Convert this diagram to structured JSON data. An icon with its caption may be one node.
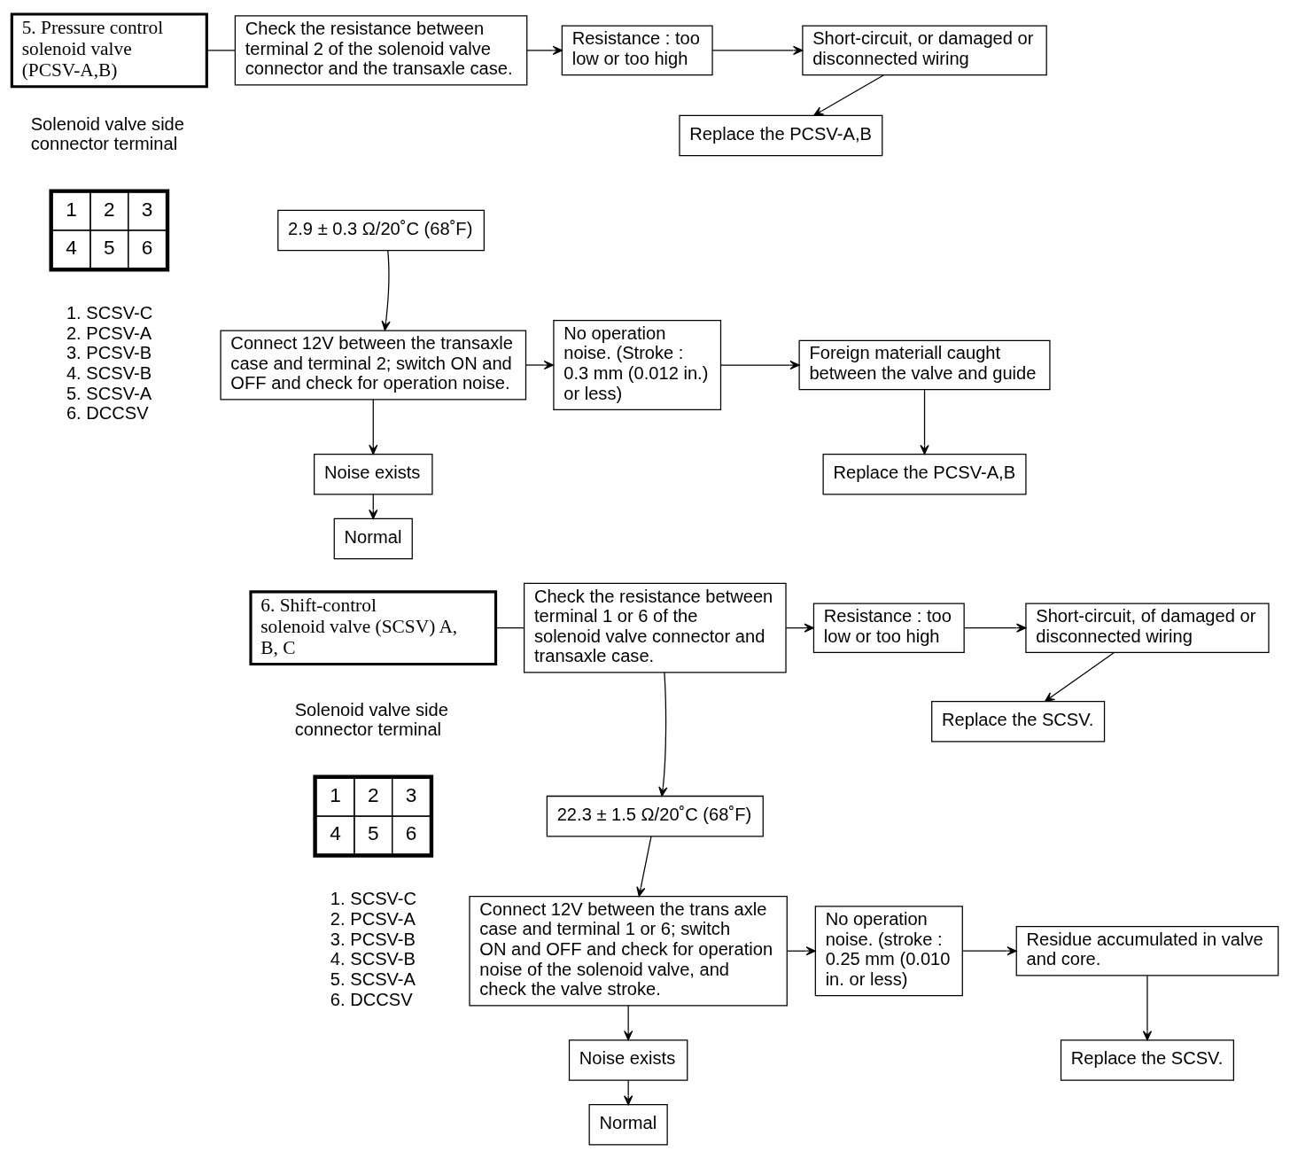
{
  "diagram": {
    "nodes": [
      {
        "text": [
          "5. Pressure control solenoid valve (PCSV-A,B)"
        ]
      },
      {
        "text": [
          "Check the resistance between terminal 2 of the solenoid valve connector and the transaxle case."
        ]
      },
      {
        "text": [
          "Resistance : too low or too high"
        ]
      },
      {
        "text": [
          "Short-circuit, or damaged or disconnected wiring"
        ]
      },
      {
        "text": [
          "Replace the PCSV-A,B"
        ]
      },
      {
        "text": [
          "2.9 ± 0.3 Ω/20˚C (68˚F)"
        ]
      },
      {
        "text": [
          "Connect 12V between the transaxle case and terminal 2; switch ON and OFF and check for operation noise."
        ]
      },
      {
        "text": [
          "No operation noise. (Stroke : 0.3 mm (0.012 in.) or less)"
        ]
      },
      {
        "text": [
          "Foreign materiall caught between the valve and guide"
        ]
      },
      {
        "text": [
          "Replace the PCSV-A,B"
        ]
      },
      {
        "text": [
          "Noise exists"
        ]
      },
      {
        "text": [
          "Normal"
        ]
      },
      {
        "text": [
          "6. Shift-control solenoid valve (SCSV) A, B, C"
        ]
      },
      {
        "text": [
          "Check the resistance between terminal 1 or 6 of the solenoid valve connector and transaxle case."
        ]
      },
      {
        "text": [
          "Resistance : too low or too high"
        ]
      },
      {
        "text": [
          "Short-circuit, of damaged or disconnected wiring"
        ]
      },
      {
        "text": [
          "Replace the SCSV."
        ]
      },
      {
        "text": [
          "22.3 ± 1.5 Ω/20˚C (68˚F)"
        ]
      },
      {
        "text": [
          "Connect 12V between the trans axle case and terminal 1 or 6; switch ON and OFF and check for operation noise of the solenoid valve, and check the valve stroke."
        ]
      },
      {
        "text": [
          "No operation noise. (stroke : 0.25 mm (0.010 in. or less)"
        ]
      },
      {
        "text": [
          "Residue accumulated in valve and core."
        ]
      },
      {
        "text": [
          "Replace the SCSV."
        ]
      },
      {
        "text": [
          "Noise exists"
        ]
      },
      {
        "text": [
          "Normal"
        ]
      }
    ],
    "edges": [
      {
        "from": 0,
        "to": 1,
        "arrow": "none"
      },
      {
        "from": 1,
        "to": 2,
        "arrow": "to"
      },
      {
        "from": 2,
        "to": 3,
        "arrow": "to"
      },
      {
        "from": 3,
        "to": 4,
        "arrow": "to"
      },
      {
        "from": 5,
        "to": 6,
        "arrow": "to"
      },
      {
        "from": 6,
        "to": 7,
        "arrow": "to"
      },
      {
        "from": 7,
        "to": 8,
        "arrow": "to"
      },
      {
        "from": 8,
        "to": 9,
        "arrow": "to"
      },
      {
        "from": 6,
        "to": 10,
        "arrow": "to"
      },
      {
        "from": 10,
        "to": 11,
        "arrow": "to"
      },
      {
        "from": 12,
        "to": 13,
        "arrow": "none"
      },
      {
        "from": 13,
        "to": 14,
        "arrow": "to"
      },
      {
        "from": 14,
        "to": 15,
        "arrow": "to"
      },
      {
        "from": 15,
        "to": 16,
        "arrow": "to"
      },
      {
        "from": 13,
        "to": 17,
        "arrow": "to"
      },
      {
        "from": 17,
        "to": 18,
        "arrow": "to"
      },
      {
        "from": 18,
        "to": 19,
        "arrow": "to"
      },
      {
        "from": 19,
        "to": 20,
        "arrow": "to"
      },
      {
        "from": 20,
        "to": 21,
        "arrow": "to"
      },
      {
        "from": 18,
        "to": 22,
        "arrow": "to"
      },
      {
        "from": 22,
        "to": 23,
        "arrow": "to"
      }
    ],
    "labels": [
      "Solenoid valve side connector terminal",
      "1",
      "2",
      "3",
      "4",
      "5",
      "6",
      "1. SCSV-C",
      "2. PCSV-A",
      "3. PCSV-B",
      "4. SCSV-B",
      "5. SCSV-A",
      "6. DCCSV",
      "Solenoid valve side connector terminal",
      "1",
      "2",
      "3",
      "4",
      "5",
      "6",
      "1. SCSV-C",
      "2. PCSV-A",
      "3. PCSV-B",
      "4. SCSV-B",
      "5. SCSV-A",
      "6. DCCSV"
    ]
  }
}
